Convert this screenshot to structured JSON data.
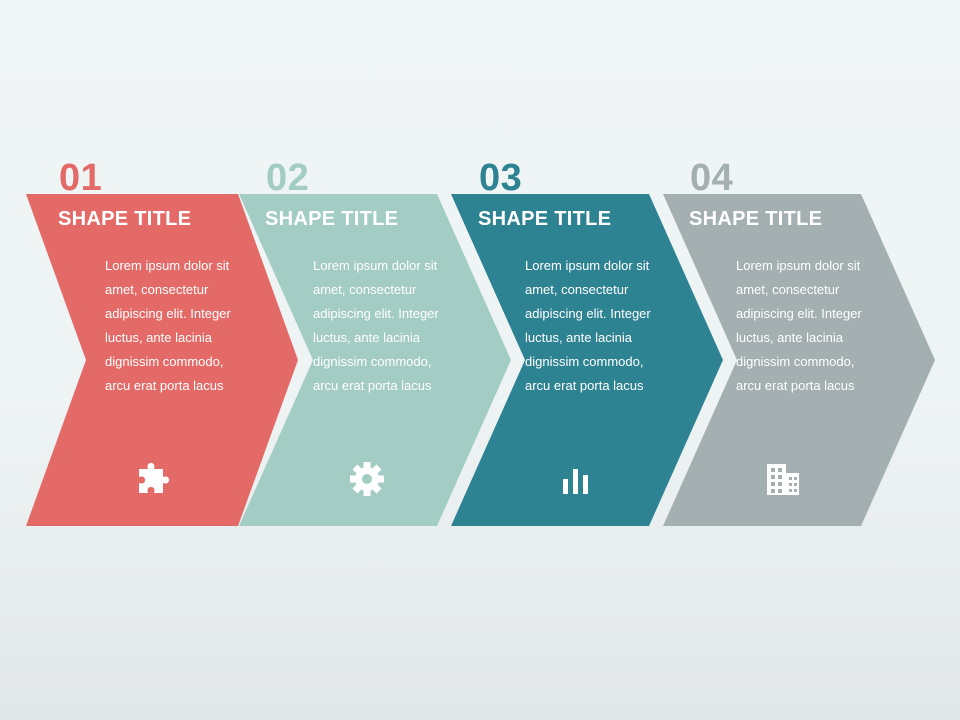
{
  "steps": [
    {
      "number": "01",
      "title": "SHAPE TITLE",
      "body": "Lorem ipsum dolor sit amet, consectetur adipiscing elit. Integer luctus, ante lacinia dignissim commodo, arcu erat porta lacus",
      "icon": "puzzle-icon",
      "color": "#e46a67"
    },
    {
      "number": "02",
      "title": "SHAPE TITLE",
      "body": "Lorem ipsum dolor sit amet, consectetur adipiscing elit. Integer luctus, ante lacinia dignissim commodo, arcu erat porta lacus",
      "icon": "gear-icon",
      "color": "#a3ccc4"
    },
    {
      "number": "03",
      "title": "SHAPE TITLE",
      "body": "Lorem ipsum dolor sit amet, consectetur adipiscing elit. Integer luctus, ante lacinia dignissim commodo, arcu erat porta lacus",
      "icon": "bar-chart-icon",
      "color": "#2e8392"
    },
    {
      "number": "04",
      "title": "SHAPE TITLE",
      "body": "Lorem ipsum dolor sit amet, consectetur adipiscing elit. Integer luctus, ante lacinia dignissim commodo, arcu erat porta lacus",
      "icon": "building-icon",
      "color": "#a3afb0"
    }
  ]
}
